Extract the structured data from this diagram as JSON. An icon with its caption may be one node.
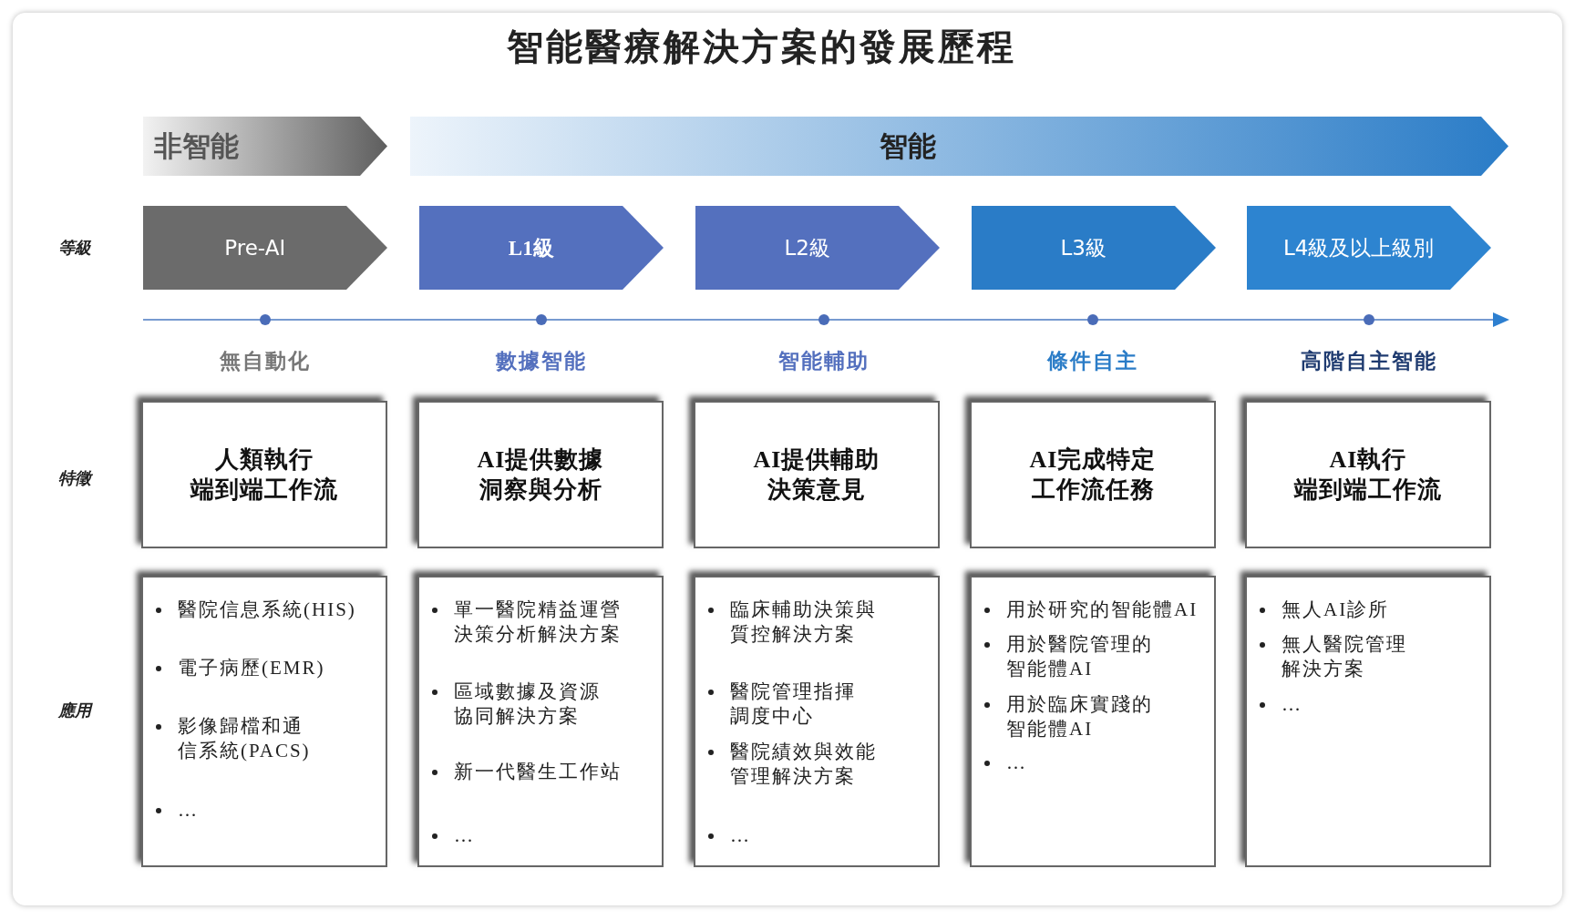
{
  "diagram": {
    "title": "智能醫療解決方案的發展歷程",
    "nodes": [
      {
        "text": [
          "非智能"
        ]
      },
      {
        "text": [
          "智能"
        ]
      },
      {
        "text": [
          "Pre-AI"
        ]
      },
      {
        "text": [
          "L1級"
        ]
      },
      {
        "text": [
          "L2級"
        ]
      },
      {
        "text": [
          "L3級"
        ]
      },
      {
        "text": [
          "L4級及以上級別"
        ]
      },
      {
        "text": [
          "人類執行端到端工作流"
        ]
      },
      {
        "text": [
          "AI提供數據洞察與分析"
        ]
      },
      {
        "text": [
          "AI提供輔助決策意見"
        ]
      },
      {
        "text": [
          "AI完成特定工作流任務"
        ]
      },
      {
        "text": [
          "AI執行端到端工作流"
        ]
      },
      {
        "text": [
          "醫院信息系統(HIS)",
          "電子病歷(EMR)",
          "影像歸檔和通信系統(PACS)",
          "…"
        ]
      },
      {
        "text": [
          "單一醫院精益運營決策分析解決方案",
          "區域數據及資源協同解決方案",
          "新一代醫生工作站",
          "…"
        ]
      },
      {
        "text": [
          "臨床輔助決策與質控解決方案",
          "醫院管理指揮調度中心",
          "醫院績效與效能管理解決方案",
          "…"
        ]
      },
      {
        "text": [
          "用於研究的智能體AI",
          "用於醫院管理的智能體AI",
          "用於臨床實踐的智能體AI",
          "…"
        ]
      },
      {
        "text": [
          "無人AI診所",
          "無人醫院管理解決方案",
          "…"
        ]
      }
    ],
    "labels": [
      "等級",
      "無自動化",
      "數據智能",
      "智能輔助",
      "條件自主",
      "高階自主智能",
      "特徵",
      "應用"
    ]
  }
}
